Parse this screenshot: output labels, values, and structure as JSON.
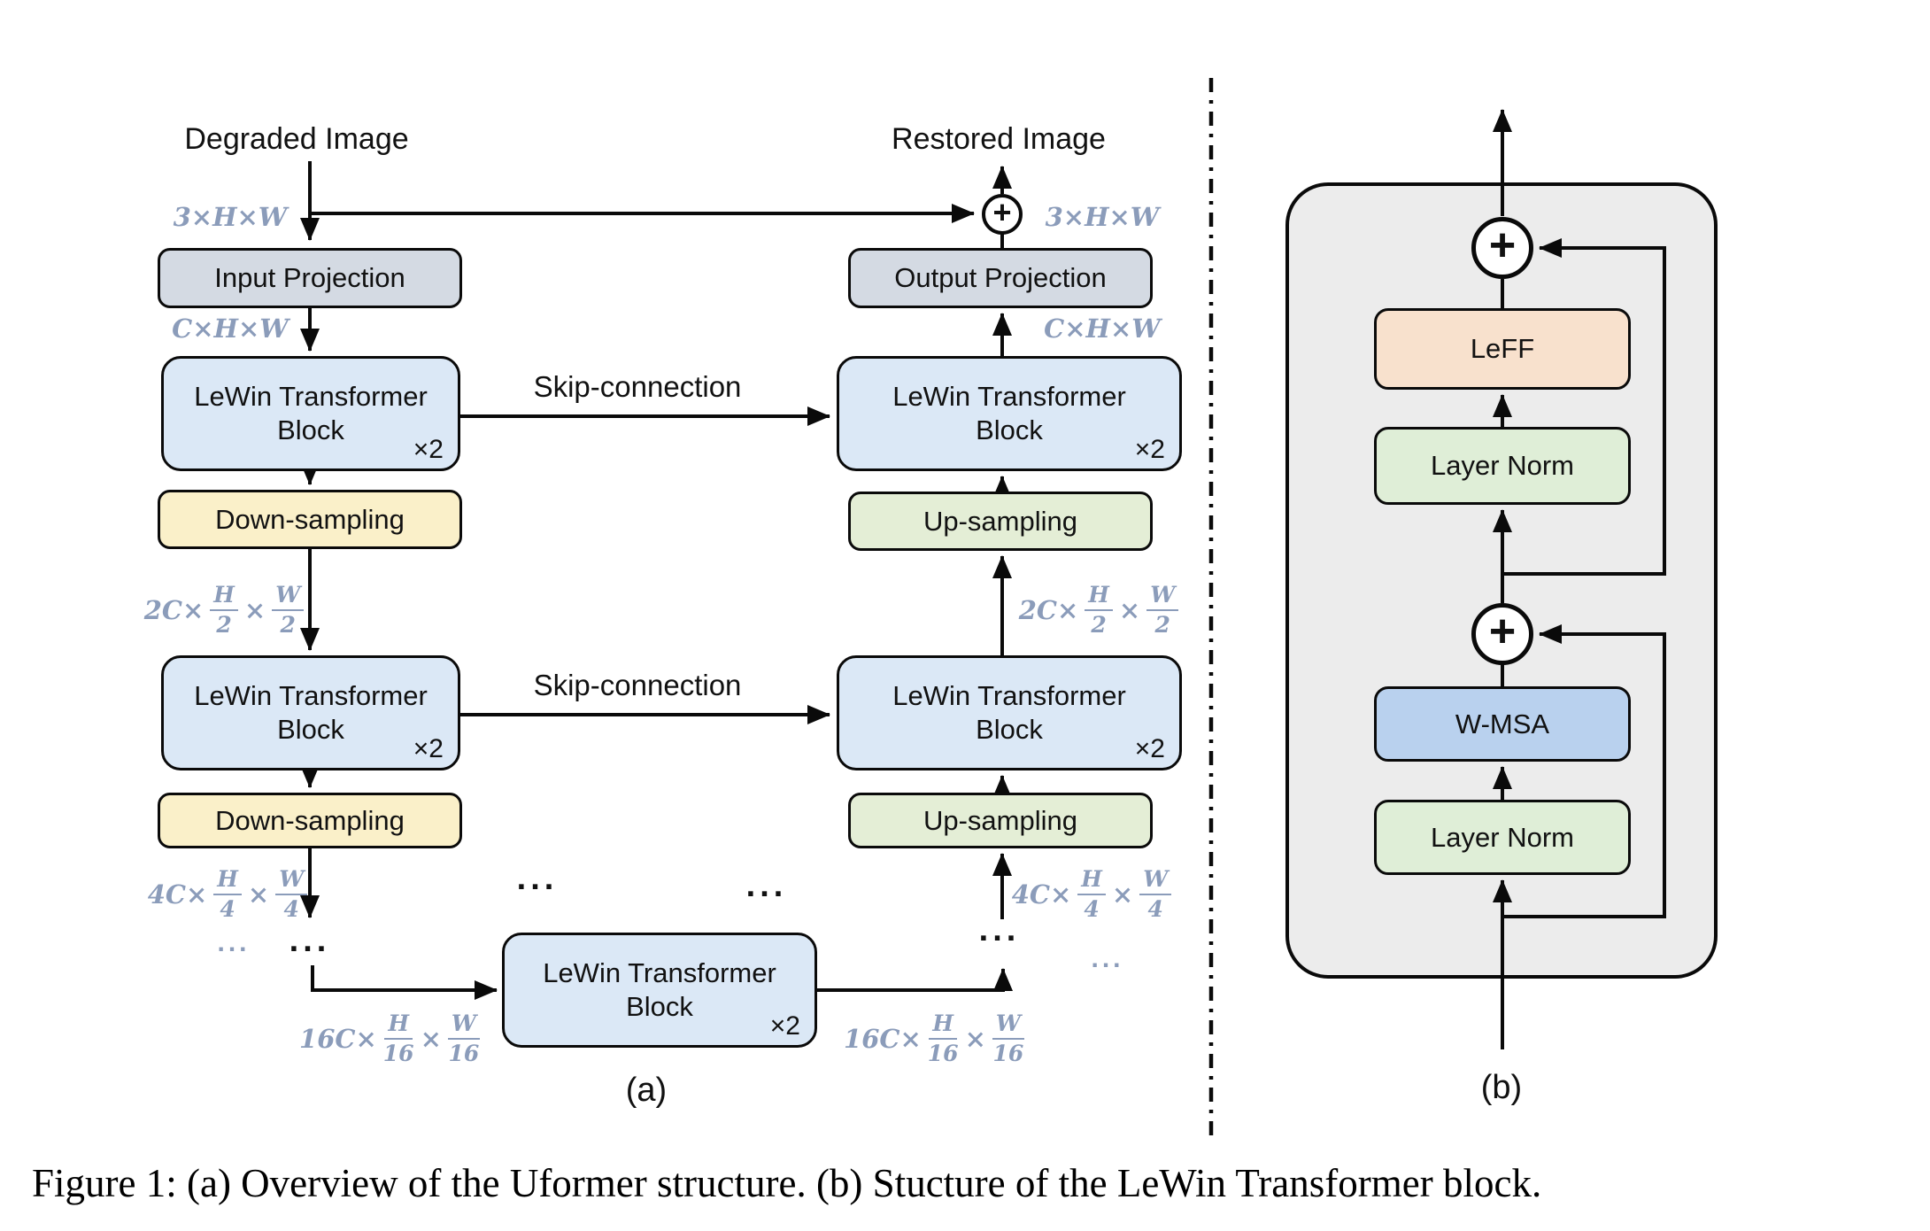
{
  "colors": {
    "lewin_fill": "#dbe8f6",
    "projection_fill": "#d4dae3",
    "down_fill": "#faf0c9",
    "up_fill": "#e4eed6",
    "leff_fill": "#f8e1cd",
    "wmsa_fill": "#b9d1ee",
    "layernorm_fill": "#dfeed7",
    "container_fill": "#ececec",
    "dim_label": "#8b9cba",
    "line": "#0a0a0a"
  },
  "panel_a": {
    "label": "(a)",
    "degraded_title": "Degraded Image",
    "restored_title": "Restored Image",
    "skip_connection_1": "Skip-connection",
    "skip_connection_2": "Skip-connection",
    "input_projection": "Input Projection",
    "output_projection": "Output Projection",
    "lewin_line1": "LeWin Transformer",
    "lewin_line2": "Block",
    "repeat": "×2",
    "down_sampling": "Down-sampling",
    "up_sampling": "Up-sampling",
    "add_symbol": "+",
    "ellipsis": "...",
    "dims": {
      "enc_input": {
        "text": "3×H×W"
      },
      "enc_c": {
        "text": "C×H×W"
      },
      "enc_2c": {
        "pre": "2C",
        "f1": [
          "H",
          "2"
        ],
        "f2": [
          "W",
          "2"
        ]
      },
      "enc_4c": {
        "pre": "4C",
        "f1": [
          "H",
          "4"
        ],
        "f2": [
          "W",
          "4"
        ]
      },
      "enc_16c": {
        "pre": "16C",
        "f1": [
          "H",
          "16"
        ],
        "f2": [
          "W",
          "16"
        ]
      },
      "dec_16c": {
        "pre": "16C",
        "f1": [
          "H",
          "16"
        ],
        "f2": [
          "W",
          "16"
        ]
      },
      "dec_4c": {
        "pre": "4C",
        "f1": [
          "H",
          "4"
        ],
        "f2": [
          "W",
          "4"
        ]
      },
      "dec_2c": {
        "pre": "2C",
        "f1": [
          "H",
          "2"
        ],
        "f2": [
          "W",
          "2"
        ]
      },
      "dec_c": {
        "text": "C×H×W"
      },
      "dec_output": {
        "text": "3×H×W"
      }
    }
  },
  "panel_b": {
    "label": "(b)",
    "leff": "LeFF",
    "layer_norm_top": "Layer Norm",
    "layer_norm_bottom": "Layer Norm",
    "wmsa": "W-MSA",
    "add_symbol": "+"
  },
  "caption": "Figure 1: (a) Overview of the Uformer structure. (b) Stucture of the LeWin Transformer block."
}
